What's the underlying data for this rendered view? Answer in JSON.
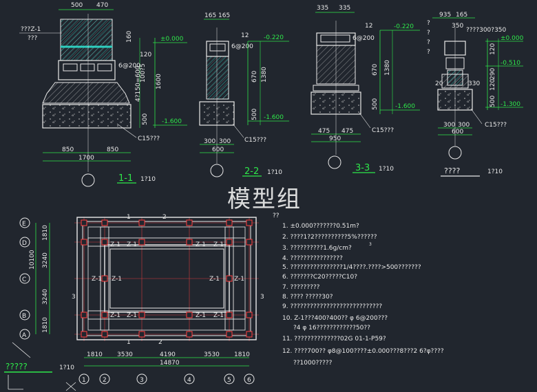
{
  "watermark": "模型组",
  "sections": {
    "s11": {
      "title": "1-1",
      "scale": "1?10",
      "dims_top": [
        "500",
        "470"
      ],
      "label_z": "???Z-1",
      "label_z2": "???",
      "elev": [
        "±0.000",
        "-1.600"
      ],
      "dims_side": [
        "160",
        "120",
        "1600",
        "500"
      ],
      "note": "4?150=600",
      "rebar": "6@200",
      "rebar2": "100?5",
      "c15": "C15???",
      "dims_bot": [
        "850",
        "850"
      ],
      "total": "1700"
    },
    "s22": {
      "title": "2-2",
      "scale": "1?10",
      "dims_top": [
        "165",
        "165"
      ],
      "d12": "12",
      "rebar": "6@200",
      "elev": [
        "-0.220",
        "-1.600"
      ],
      "dims_side": [
        "670",
        "1380",
        "500"
      ],
      "dims_bot": [
        "300",
        "300"
      ],
      "total": "600",
      "c15": "C15???"
    },
    "s33": {
      "title": "3-3",
      "scale": "1?10",
      "dims_top": [
        "335",
        "335"
      ],
      "d12": "12",
      "rebar": "6@200",
      "elev": [
        "-0.220",
        "-1.600"
      ],
      "dims_side": [
        "670",
        "1380",
        "500"
      ],
      "dims_bot": [
        "475",
        "475"
      ],
      "total": "950",
      "c15": "C15???"
    },
    "s44": {
      "title": "????",
      "scale": "1?10",
      "dims_top": [
        "935",
        "165"
      ],
      "d350": "350",
      "note": "????300?350",
      "elev": [
        "±0.000",
        "-0.510",
        "-1.300"
      ],
      "dims_side": [
        "120",
        "290",
        "120",
        "500"
      ],
      "d20": "20",
      "d330": "330",
      "dims_bot": [
        "300",
        "300"
      ],
      "total": "600",
      "c15": "C15???",
      "qs": [
        "?",
        "?",
        "?",
        "?"
      ]
    }
  },
  "plan": {
    "axes_left": [
      "E",
      "D",
      "C",
      "B",
      "A"
    ],
    "axes_bottom": [
      "1",
      "2",
      "3",
      "4",
      "5",
      "6"
    ],
    "dims_left": [
      "1810",
      "3240",
      "3240",
      "1810"
    ],
    "dims_left_total": "10100",
    "dims_bottom": [
      "1810",
      "3530",
      "4190",
      "3530",
      "1810"
    ],
    "dims_bottom_total": "14870",
    "z_labels": [
      "Z-1",
      "Z-1",
      "Z-1",
      "Z-1",
      "Z-1",
      "Z-1",
      "Z-1",
      "Z-1",
      "Z-1",
      "Z-1",
      "Z-1",
      "Z-1"
    ],
    "num_labels": [
      "1",
      "2",
      "2",
      "1",
      "3",
      "3"
    ],
    "title": "?????",
    "scale": "1?10"
  },
  "notes": {
    "head": "??",
    "items": [
      "1.  ±0.000???????0.51m?",
      "2.  ????1?2??????????5%??????",
      "3.  ??????????1.6g/cm?",
      "4.  ????????????????",
      "5.  ????????????????1/4????.????>500???????",
      "6.  ???????C20?????C10?",
      "7.  ?????????",
      "8.  ????  ?????30?",
      "9.  ????????????????????????????",
      "10.  Z-1???400?400?? φ  6@200???",
      "?4 φ  16????????????50??",
      "11.  ??????????????02G  01-1-P59?",
      "12.  ????700??     φ8@100????±0.000???8???2      6?φ????",
      "??1000?????"
    ],
    "superscript": "3"
  }
}
